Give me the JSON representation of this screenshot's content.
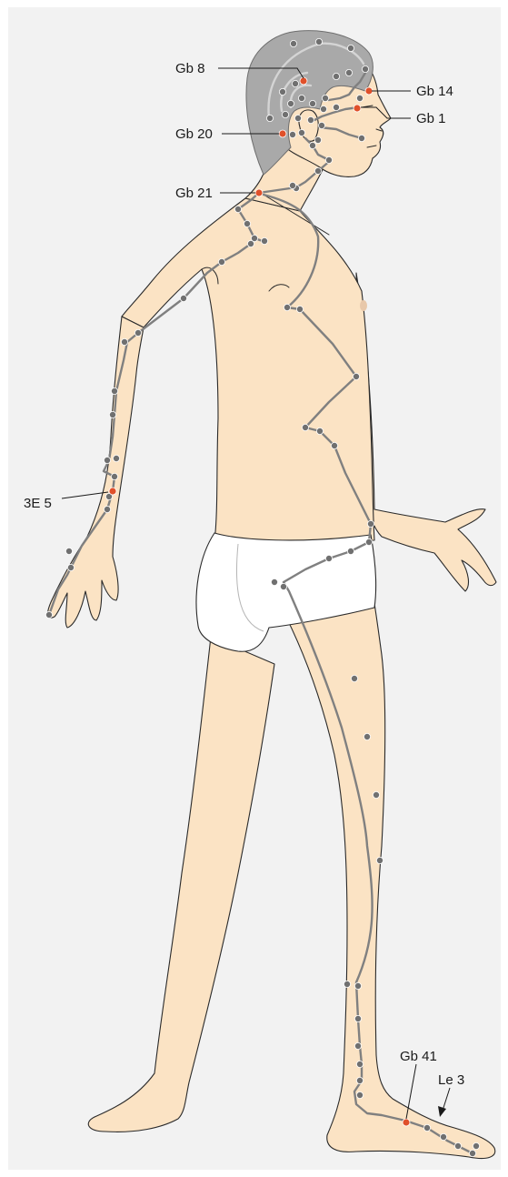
{
  "figure": {
    "labels": {
      "gb8": "Gb 8",
      "gb14": "Gb 14",
      "gb20": "Gb 20",
      "gb1": "Gb 1",
      "gb21": "Gb 21",
      "te5": "3E 5",
      "gb41": "Gb 41",
      "le3": "Le 3"
    },
    "colors": {
      "background": "#f2f2f2",
      "skin": "#fbe3c4",
      "hair": "#a9a9a9",
      "meridian_line": "#808080",
      "point": "#707070",
      "highlighted_point": "#e0502a"
    }
  }
}
